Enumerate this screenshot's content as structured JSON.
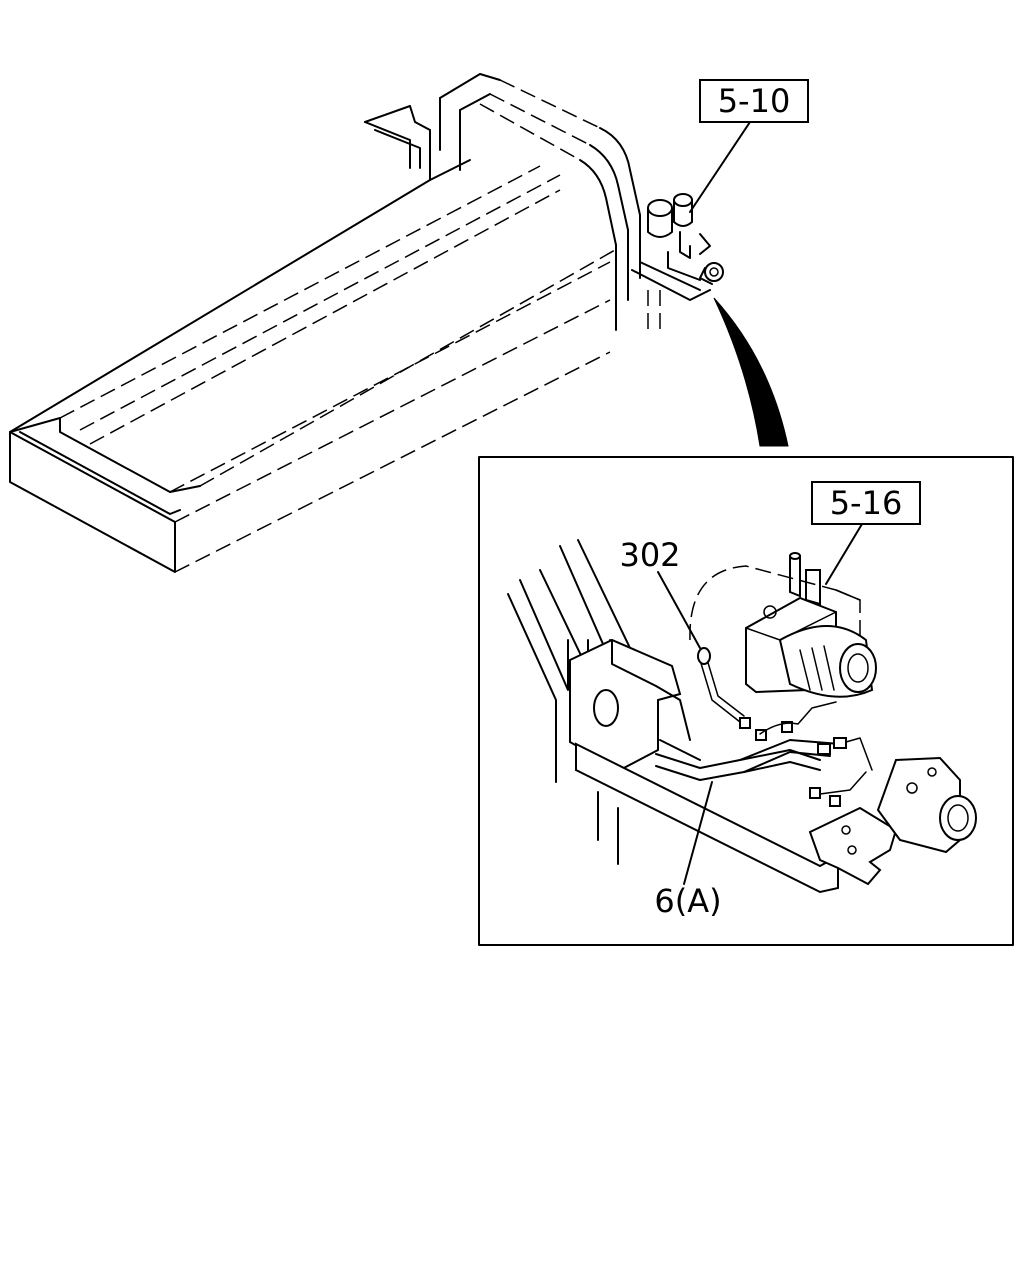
{
  "refs": {
    "top_ref": "5-10",
    "detail_ref": "5-16"
  },
  "callouts": {
    "part_302": "302",
    "part_6a": "6(A)"
  }
}
